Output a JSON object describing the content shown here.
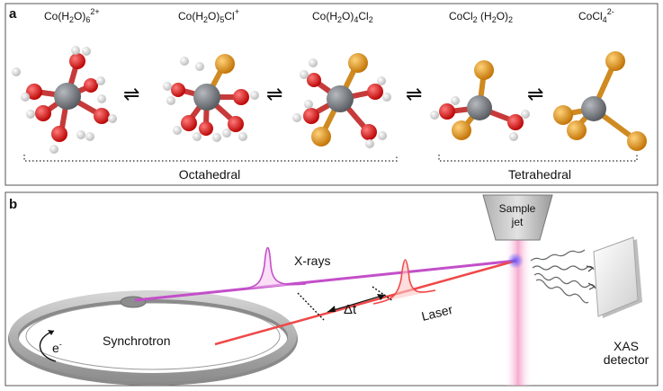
{
  "panel_a": {
    "letter": "a",
    "species": [
      {
        "main": "Co(H",
        "s1": "2",
        "mid": "O)",
        "s2": "6",
        "sup": "2+"
      },
      {
        "main": "Co(H",
        "s1": "2",
        "mid": "O)",
        "s2": "5",
        "tail": "Cl",
        "sup": "+"
      },
      {
        "main": "Co(H",
        "s1": "2",
        "mid": "O)",
        "s2": "4",
        "tail": "Cl",
        "s3": "2"
      },
      {
        "main": "CoCl",
        "s1": "2",
        "mid": " (H",
        "s2": "2",
        "tail": "O)",
        "s3": "2"
      },
      {
        "main": "CoCl",
        "s1": "4",
        "sup": "2-"
      }
    ],
    "group_octahedral": "Octahedral",
    "group_tetrahedral": "Tetrahedral",
    "equilibrium_symbol": "⇌",
    "colors": {
      "cobalt": "#6f7378",
      "oxygen": "#e01414",
      "hydrogen": "#f2f2f2",
      "chlorine": "#e0900f"
    }
  },
  "panel_b": {
    "letter": "b",
    "xrays_label": "X-rays",
    "laser_label": "Laser",
    "delay_label": "Δt",
    "synchrotron_label": "Synchrotron",
    "electron_label": "e",
    "electron_sup": "-",
    "sample_jet_line1": "Sample",
    "sample_jet_line2": "jet",
    "detector_line1": "XAS",
    "detector_line2": "detector",
    "colors": {
      "xray_beam": "#c34fc9",
      "laser_beam": "#f04848",
      "jet": "#f7b6d7"
    }
  }
}
